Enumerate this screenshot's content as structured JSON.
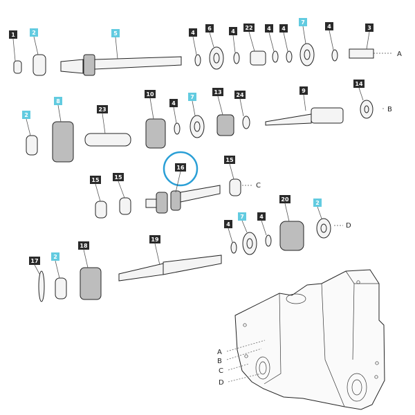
{
  "labels": {
    "shaft_a": [
      "1",
      "2",
      "5",
      "4",
      "6",
      "4",
      "22",
      "4",
      "4",
      "7",
      "4",
      "3"
    ],
    "shaft_b": [
      "2",
      "8",
      "23",
      "10",
      "4",
      "7",
      "13",
      "24",
      "9",
      "14"
    ],
    "shaft_c": [
      "16",
      "15",
      "15",
      "15"
    ],
    "shaft_d": [
      "4",
      "7",
      "4",
      "20",
      "2"
    ],
    "shaft_e": [
      "17",
      "2",
      "18",
      "19"
    ]
  },
  "axes": {
    "a": "A",
    "b": "B",
    "c": "C",
    "d": "D"
  },
  "housing_axes": [
    "A",
    "B",
    "C",
    "D"
  ],
  "colors": {
    "label_dark": "#2a2a2a",
    "label_highlight": "#62cbe0",
    "callout_circle": "#2a9fd6"
  },
  "callout": {
    "label": "16"
  }
}
